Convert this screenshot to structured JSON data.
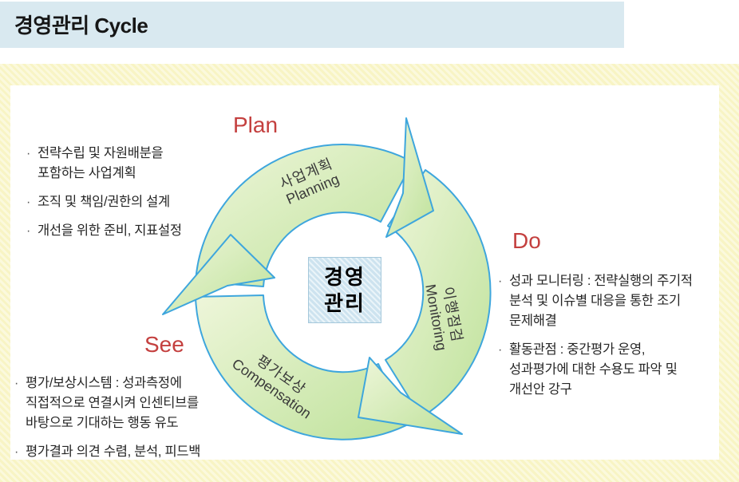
{
  "header": {
    "title": "경영관리 Cycle"
  },
  "glyphs": {
    "bullet": "·"
  },
  "colors": {
    "banner_bg": "#d9e9f0",
    "backdrop_yellow": "#f9f6cc",
    "panel_bg": "#ffffff",
    "phase_label_red": "#c4403f",
    "arc_stroke_blue": "#3ea6dd",
    "arc_fill_light": "#eef6da",
    "arc_fill_deep": "#bfe29b",
    "center_box_blue": "#cde3ef"
  },
  "cycle": {
    "center": {
      "line1": "경영",
      "line2": "관리"
    },
    "segments": [
      {
        "kr": "사업계획",
        "en": "Planning"
      },
      {
        "kr": "이행점검",
        "en": "Monitoring"
      },
      {
        "kr": "평가보상",
        "en": "Compensation"
      }
    ]
  },
  "sections": {
    "plan": {
      "label": "Plan",
      "items": [
        {
          "lines": [
            "전략수립 및 자원배분을",
            "포함하는 사업계획"
          ]
        },
        {
          "lines": [
            "조직 및 책임/권한의 설계"
          ]
        },
        {
          "lines": [
            "개선을 위한 준비, 지표설정"
          ]
        }
      ]
    },
    "do": {
      "label": "Do",
      "items": [
        {
          "lines": [
            "성과 모니터링 : 전략실행의 주기적",
            "분석 및 이슈별 대응을 통한 조기",
            "문제해결"
          ]
        },
        {
          "lines": [
            "활동관점 : 중간평가 운영,",
            "성과평가에 대한 수용도 파악 및",
            "개선안 강구"
          ]
        }
      ]
    },
    "see": {
      "label": "See",
      "items": [
        {
          "lines": [
            "평가/보상시스템 : 성과측정에",
            "직접적으로 연결시켜 인센티브를",
            "바탕으로 기대하는 행동 유도"
          ]
        },
        {
          "lines": [
            "평가결과 의견 수렴, 분석, 피드백"
          ]
        }
      ]
    }
  }
}
